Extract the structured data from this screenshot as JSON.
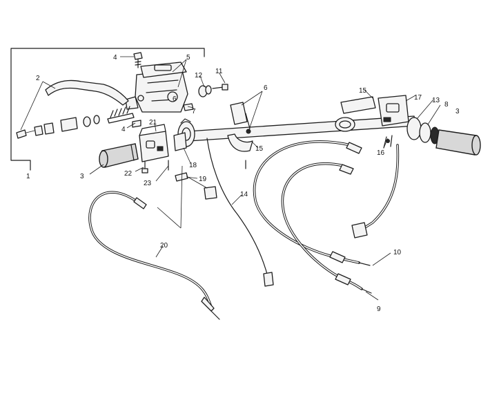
{
  "callouts": [
    {
      "id": "c1",
      "text": "1"
    },
    {
      "id": "c2",
      "text": "2"
    },
    {
      "id": "c3a",
      "text": "3"
    },
    {
      "id": "c3b",
      "text": "3"
    },
    {
      "id": "c4a",
      "text": "4"
    },
    {
      "id": "c4b",
      "text": "4"
    },
    {
      "id": "c5",
      "text": "5"
    },
    {
      "id": "c6a",
      "text": "6"
    },
    {
      "id": "c6b",
      "text": "6"
    },
    {
      "id": "c7",
      "text": "7"
    },
    {
      "id": "c8",
      "text": "8"
    },
    {
      "id": "c9",
      "text": "9"
    },
    {
      "id": "c10",
      "text": "10"
    },
    {
      "id": "c11",
      "text": "11"
    },
    {
      "id": "c12",
      "text": "12"
    },
    {
      "id": "c13",
      "text": "13"
    },
    {
      "id": "c14",
      "text": "14"
    },
    {
      "id": "c15a",
      "text": "15"
    },
    {
      "id": "c15b",
      "text": "15"
    },
    {
      "id": "c16",
      "text": "16"
    },
    {
      "id": "c17",
      "text": "17"
    },
    {
      "id": "c18",
      "text": "18"
    },
    {
      "id": "c19",
      "text": "19"
    },
    {
      "id": "c20",
      "text": "20"
    },
    {
      "id": "c21",
      "text": "21"
    },
    {
      "id": "c22",
      "text": "22"
    },
    {
      "id": "c23",
      "text": "23"
    }
  ]
}
